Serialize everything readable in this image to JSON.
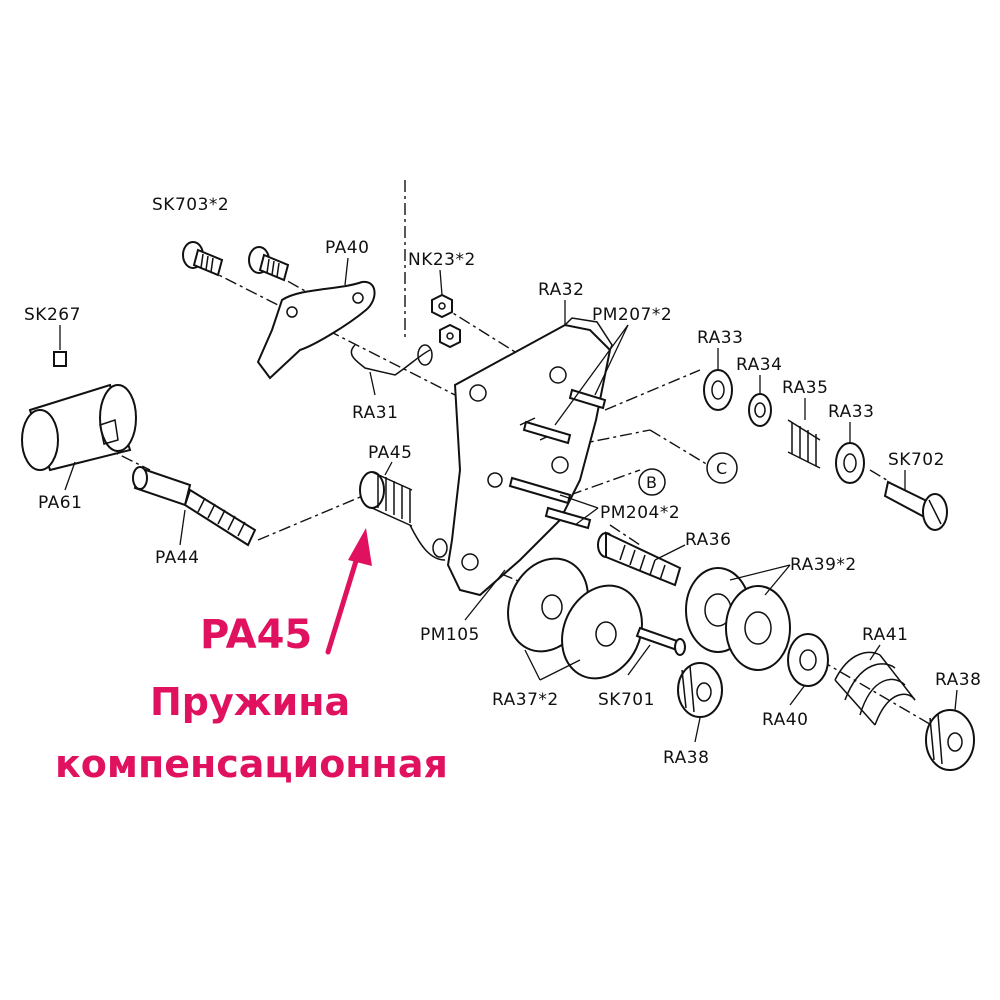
{
  "labels": {
    "sk703": "SK703*2",
    "pa40": "PA40",
    "nk23": "NK23*2",
    "ra32": "RA32",
    "pm207": "PM207*2",
    "ra33_top": "RA33",
    "ra34": "RA34",
    "ra35": "RA35",
    "ra33_right": "RA33",
    "sk702": "SK702",
    "sk267": "SK267",
    "ra31": "RA31",
    "pa45": "PA45",
    "pa61": "PA61",
    "pa44": "PA44",
    "pm204": "PM204*2",
    "ra36": "RA36",
    "ra39": "RA39*2",
    "pm105": "PM105",
    "ra41": "RA41",
    "ra38_right": "RA38",
    "ra37": "RA37*2",
    "sk701": "SK701",
    "ra40": "RA40",
    "ra38_bottom": "RA38",
    "ref_b": "B",
    "ref_c": "C"
  },
  "callout": {
    "code": "PA45",
    "name_line1": "Пружина",
    "name_line2": "компенсационная",
    "color": "#e0115f"
  }
}
